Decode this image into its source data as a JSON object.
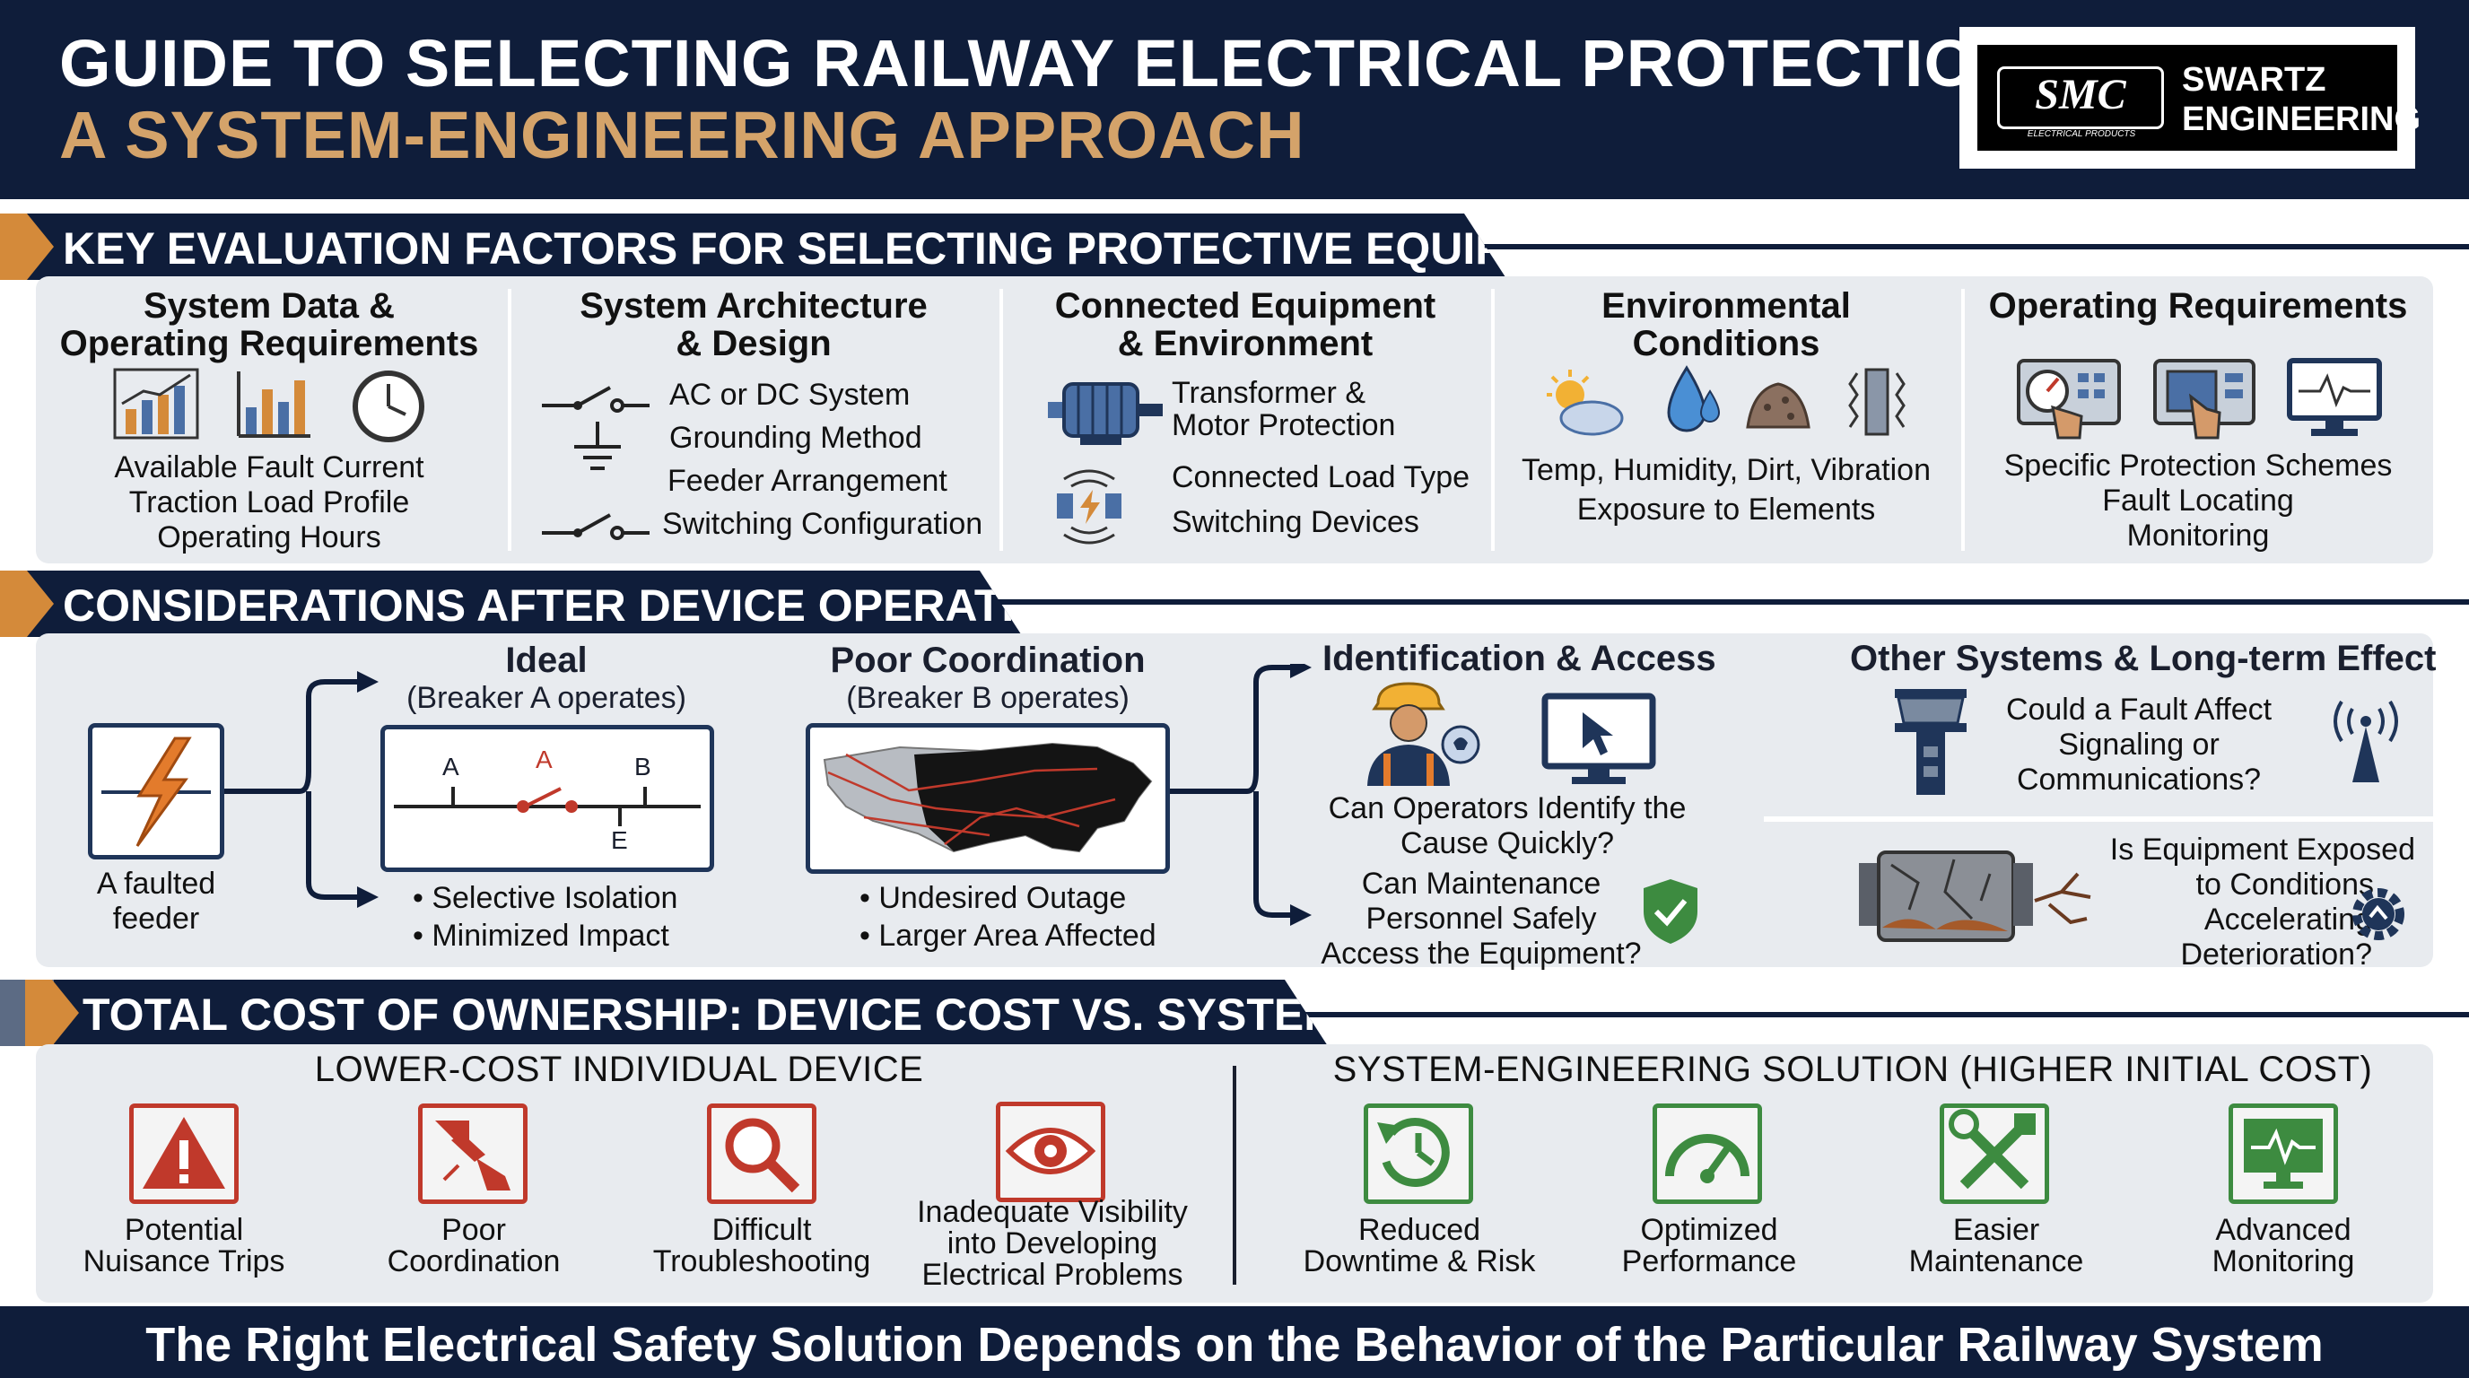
{
  "header": {
    "title_line1": "GUIDE TO SELECTING RAILWAY ELECTRICAL PROTECTION:",
    "title_line2": "A SYSTEM-ENGINEERING APPROACH",
    "logo_mark": "SMC",
    "logo_sub": "ELECTRICAL PRODUCTS",
    "logo_name1": "SWARTZ",
    "logo_name2": "ENGINEERING"
  },
  "section1": {
    "heading": "KEY EVALUATION FACTORS FOR SELECTING PROTECTIVE EQUIPMENT",
    "factors": [
      {
        "title_l1": "System Data &",
        "title_l2": "Operating Requirements",
        "items": [
          "Available Fault Current",
          "Traction Load Profile",
          "Operating Hours"
        ]
      },
      {
        "title_l1": "System Architecture",
        "title_l2": "& Design",
        "items": [
          "AC or DC System",
          "Grounding Method",
          "Feeder Arrangement",
          "Switching Configuration"
        ]
      },
      {
        "title_l1": "Connected Equipment",
        "title_l2": "& Environment",
        "items": [
          "Transformer &",
          "Motor Protection",
          "Connected Load Type",
          "Switching Devices"
        ]
      },
      {
        "title_l1": "Environmental Conditions",
        "title_l2": "",
        "items": [
          "Temp, Humidity, Dirt, Vibration",
          "Exposure to Elements"
        ]
      },
      {
        "title_l1": "Operating Requirements",
        "title_l2": "",
        "items": [
          "Specific Protection Schemes",
          "Fault Locating",
          "Monitoring"
        ]
      }
    ]
  },
  "section2": {
    "heading": "CONSIDERATIONS AFTER DEVICE OPERATION",
    "faulted_l1": "A faulted",
    "faulted_l2": "feeder",
    "ideal_title": "Ideal",
    "ideal_sub": "(Breaker A operates)",
    "ideal_labels": {
      "a1": "A",
      "a2": "A",
      "b": "B",
      "e": "E"
    },
    "ideal_bullets": [
      "• Selective Isolation",
      "• Minimized Impact"
    ],
    "poor_title": "Poor Coordination",
    "poor_sub": "(Breaker B operates)",
    "poor_bullets": [
      "• Undesired Outage",
      "• Larger Area Affected"
    ],
    "ident_title": "Identification & Access",
    "ident_q1_l1": "Can Operators Identify the",
    "ident_q1_l2": "Cause Quickly?",
    "ident_q2_l1": "Can Maintenance",
    "ident_q2_l2": "Personnel Safely",
    "ident_q2_l3": "Access the Equipment?",
    "other_title": "Other Systems & Long-term Effect",
    "other_q1_l1": "Could a Fault Affect",
    "other_q1_l2": "Signaling or",
    "other_q1_l3": "Communications?",
    "other_q2_l1": "Is Equipment Exposed",
    "other_q2_l2": "to Conditions",
    "other_q2_l3": "Accelerating",
    "other_q2_l4": "Deterioration?"
  },
  "section3": {
    "heading": "TOTAL COST OF OWNERSHIP: DEVICE COST VS. SYSTEM RISK",
    "left_head": "LOWER-COST INDIVIDUAL DEVICE",
    "right_head": "SYSTEM-ENGINEERING SOLUTION (HIGHER INITIAL COST)",
    "left_items": [
      {
        "l1": "Potential",
        "l2": "Nuisance Trips",
        "l3": ""
      },
      {
        "l1": "Poor",
        "l2": "Coordination",
        "l3": ""
      },
      {
        "l1": "Difficult",
        "l2": "Troubleshooting",
        "l3": ""
      },
      {
        "l1": "Inadequate Visibility",
        "l2": "into Developing",
        "l3": "Electrical Problems"
      }
    ],
    "right_items": [
      {
        "l1": "Reduced",
        "l2": "Downtime & Risk"
      },
      {
        "l1": "Optimized",
        "l2": "Performance"
      },
      {
        "l1": "Easier",
        "l2": "Maintenance"
      },
      {
        "l1": "Advanced",
        "l2": "Monitoring"
      }
    ]
  },
  "footer": {
    "text": "The Right Electrical Safety Solution Depends on the Behavior of the Particular Railway System"
  },
  "colors": {
    "navy": "#0f1d3a",
    "accent_gold": "#d4a36a",
    "arrow_orange": "#d48a3a",
    "panel_gray": "#e8ebef",
    "risk_red": "#c0392b",
    "good_green": "#3d8b40"
  }
}
